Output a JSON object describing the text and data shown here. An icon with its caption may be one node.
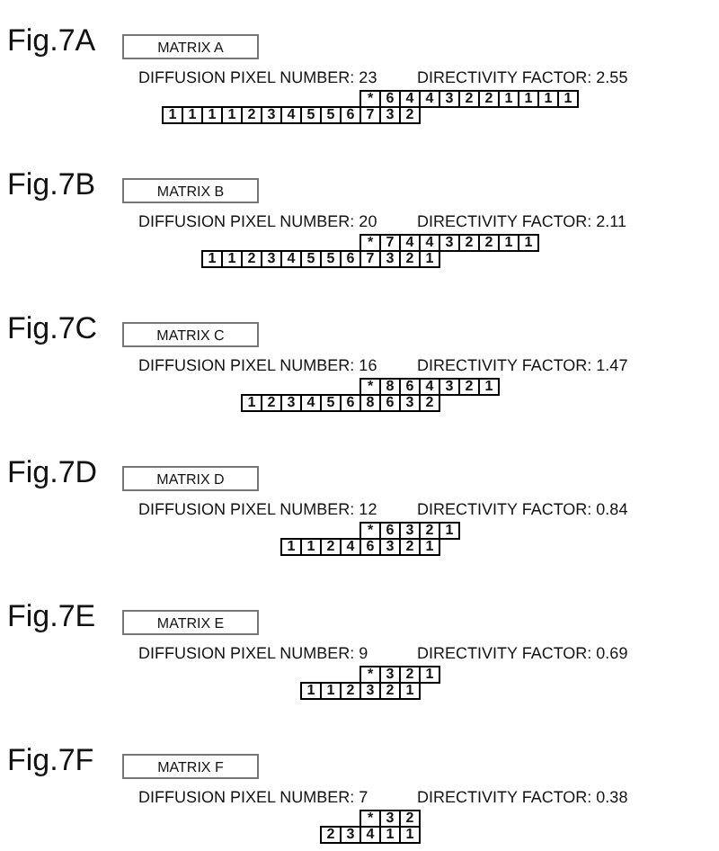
{
  "diagram": {
    "nodes": [
      {
        "text": [
          "MATRIX A"
        ]
      },
      {
        "text": [
          "MATRIX B"
        ]
      },
      {
        "text": [
          "MATRIX C"
        ]
      },
      {
        "text": [
          "MATRIX D"
        ]
      },
      {
        "text": [
          "MATRIX E"
        ]
      },
      {
        "text": [
          "MATRIX F"
        ]
      }
    ],
    "labels": [
      "Fig.7A",
      "DIFFUSION PIXEL NUMBER: 23",
      "DIRECTIVITY FACTOR: 2.55",
      "*",
      "6",
      "4",
      "4",
      "3",
      "2",
      "2",
      "1",
      "1",
      "1",
      "1",
      "1",
      "1",
      "1",
      "1",
      "2",
      "3",
      "4",
      "5",
      "5",
      "6",
      "7",
      "3",
      "2",
      "Fig.7B",
      "DIFFUSION PIXEL NUMBER: 20",
      "DIRECTIVITY FACTOR: 2.11",
      "*",
      "7",
      "4",
      "4",
      "3",
      "2",
      "2",
      "1",
      "1",
      "1",
      "1",
      "2",
      "3",
      "4",
      "5",
      "5",
      "6",
      "7",
      "3",
      "2",
      "1",
      "Fig.7C",
      "DIFFUSION PIXEL NUMBER: 16",
      "DIRECTIVITY FACTOR: 1.47",
      "*",
      "8",
      "6",
      "4",
      "3",
      "2",
      "1",
      "1",
      "2",
      "3",
      "4",
      "5",
      "6",
      "8",
      "6",
      "3",
      "2",
      "Fig.7D",
      "DIFFUSION PIXEL NUMBER: 12",
      "DIRECTIVITY FACTOR: 0.84",
      "*",
      "6",
      "3",
      "2",
      "1",
      "1",
      "1",
      "2",
      "4",
      "6",
      "3",
      "2",
      "1",
      "Fig.7E",
      "DIFFUSION PIXEL NUMBER: 9",
      "DIRECTIVITY FACTOR: 0.69",
      "*",
      "3",
      "2",
      "1",
      "1",
      "1",
      "2",
      "3",
      "2",
      "1",
      "Fig.7F",
      "DIFFUSION PIXEL NUMBER: 7",
      "DIRECTIVITY FACTOR: 0.38",
      "*",
      "3",
      "2",
      "2",
      "3",
      "4",
      "1",
      "1"
    ]
  }
}
